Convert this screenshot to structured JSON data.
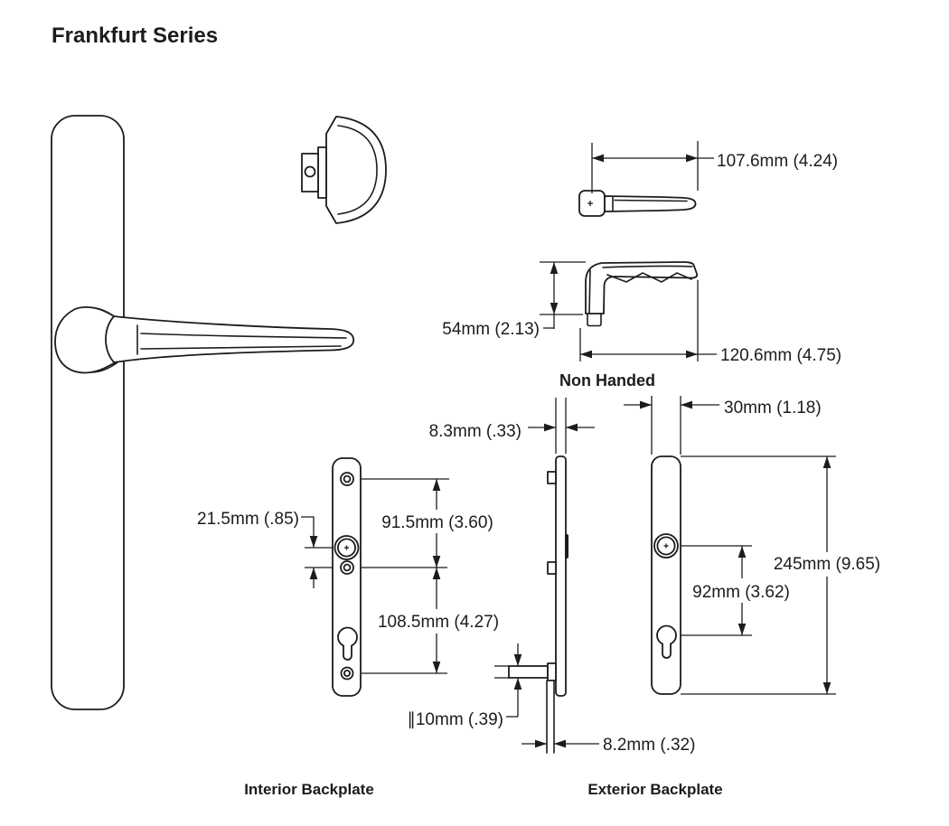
{
  "title": "Frankfurt Series",
  "colors": {
    "line": "#1c1c1c",
    "background": "#ffffff"
  },
  "labels": {
    "non_handed": "Non Handed",
    "interior_backplate": "Interior Backplate",
    "exterior_backplate": "Exterior Backplate"
  },
  "dimensions": {
    "handle_length": "107.6mm (4.24)",
    "handle_height": "54mm (2.13)",
    "handle_projection": "120.6mm (4.75)",
    "backplate_thickness": "8.3mm (.33)",
    "backplate_width": "30mm (1.18)",
    "spindle_to_screw": "21.5mm (.85)",
    "screw_spacing_upper": "91.5mm (3.60)",
    "screw_spacing_lower": "108.5mm (4.27)",
    "backplate_height": "245mm (9.65)",
    "spindle_to_cylinder": "92mm (3.62)",
    "spindle_diameter": "∥10mm (.39)",
    "spindle_square": "8.2mm (.32)"
  }
}
